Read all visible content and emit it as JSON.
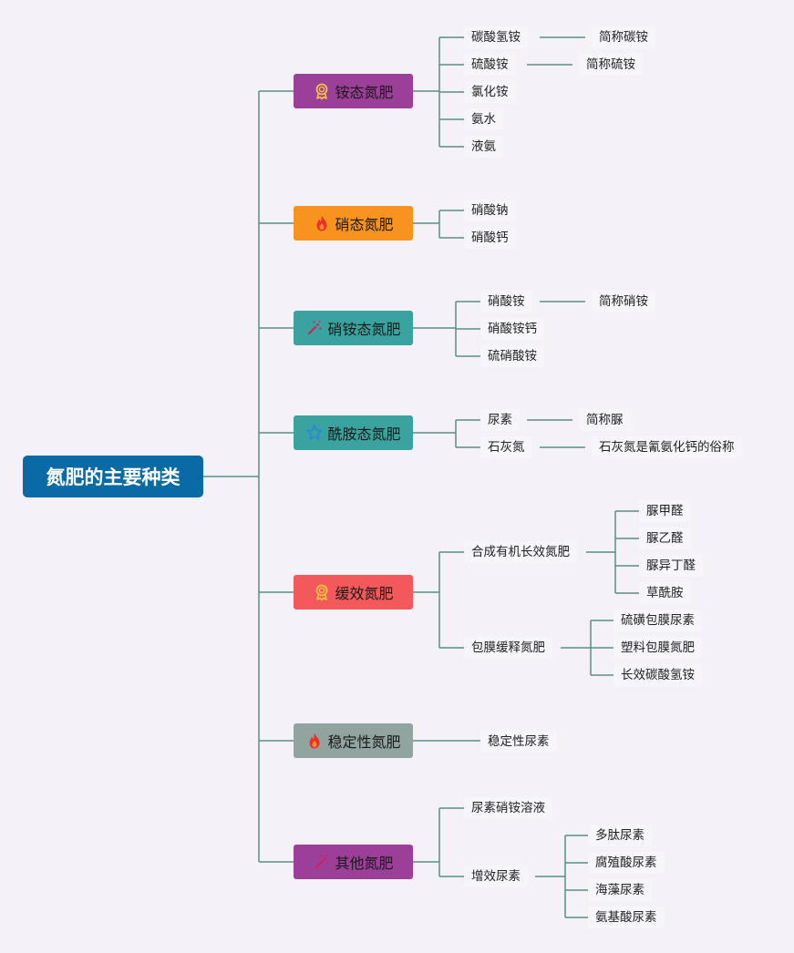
{
  "root": {
    "label": "氮肥的主要种类",
    "color": "#0a6aa6"
  },
  "categories": [
    {
      "id": "ammonium",
      "label": "铵态氮肥",
      "color": "#9b3f98",
      "icon": "award-ribbon-icon",
      "children": [
        {
          "label": "碳酸氢铵",
          "note": "简称碳铵"
        },
        {
          "label": "硫酸铵",
          "note": "简称硫铵"
        },
        {
          "label": "氯化铵"
        },
        {
          "label": "氨水"
        },
        {
          "label": "液氨"
        }
      ]
    },
    {
      "id": "nitrate",
      "label": "硝态氮肥",
      "color": "#f7931e",
      "icon": "flame-icon",
      "children": [
        {
          "label": "硝酸钠"
        },
        {
          "label": "硝酸钙"
        }
      ]
    },
    {
      "id": "ammonium-nitrate",
      "label": "硝铵态氮肥",
      "color": "#3aa39f",
      "icon": "magic-wand-icon",
      "children": [
        {
          "label": "硝酸铵",
          "note": "简称硝铵"
        },
        {
          "label": "硝酸铵钙"
        },
        {
          "label": "硫硝酸铵"
        }
      ]
    },
    {
      "id": "amide",
      "label": "酰胺态氮肥",
      "color": "#3aa39f",
      "icon": "star-icon",
      "children": [
        {
          "label": "尿素",
          "note": "简称脲"
        },
        {
          "label": "石灰氮",
          "note": "石灰氮是氰氨化钙的俗称"
        }
      ]
    },
    {
      "id": "slow-release",
      "label": "缓效氮肥",
      "color": "#f3595a",
      "icon": "award-ribbon-icon",
      "children": [
        {
          "label": "合成有机长效氮肥",
          "children": [
            "脲甲醛",
            "脲乙醛",
            "脲异丁醛",
            "草酰胺"
          ]
        },
        {
          "label": "包膜缓释氮肥",
          "children": [
            "硫磺包膜尿素",
            "塑料包膜氮肥",
            "长效碳酸氢铵"
          ]
        }
      ]
    },
    {
      "id": "stable",
      "label": "稳定性氮肥",
      "color": "#92a49f",
      "icon": "flame-icon",
      "children": [
        {
          "label": "稳定性尿素"
        }
      ]
    },
    {
      "id": "other",
      "label": "其他氮肥",
      "color": "#9b3f98",
      "icon": "magic-wand-icon",
      "children": [
        {
          "label": "尿素硝铵溶液"
        },
        {
          "label": "增效尿素",
          "children": [
            "多肽尿素",
            "腐殖酸尿素",
            "海藻尿素",
            "氨基酸尿素"
          ]
        }
      ]
    }
  ]
}
